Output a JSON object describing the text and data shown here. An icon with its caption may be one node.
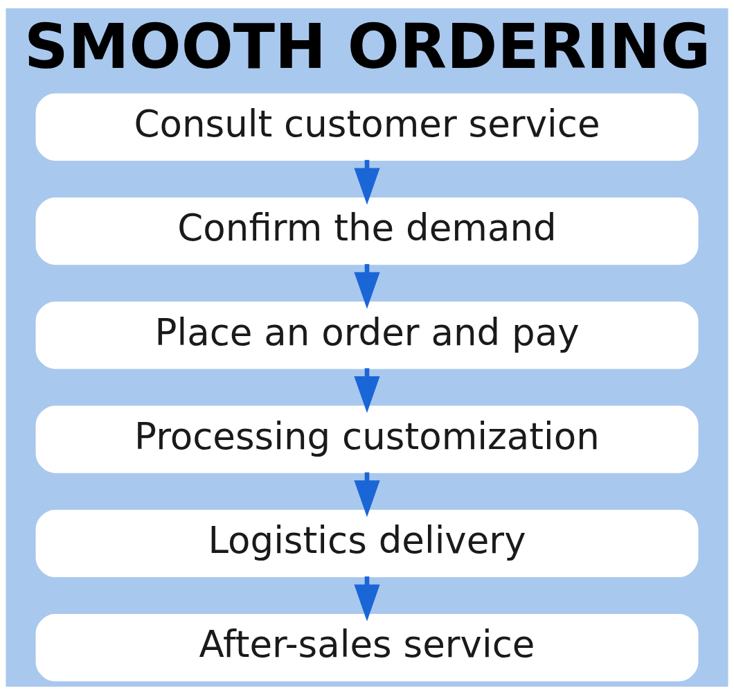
{
  "diagram": {
    "title": "SMOOTH ORDERING",
    "nodes": [
      {
        "text": [
          "Consult customer service"
        ]
      },
      {
        "text": [
          "Confirm the demand"
        ]
      },
      {
        "text": [
          "Place an order and pay"
        ]
      },
      {
        "text": [
          "Processing customization"
        ]
      },
      {
        "text": [
          "Logistics delivery"
        ]
      },
      {
        "text": [
          "After-sales service"
        ]
      }
    ],
    "edges": [
      {
        "from": 0,
        "to": 1,
        "arrow": "to"
      },
      {
        "from": 1,
        "to": 2,
        "arrow": "to"
      },
      {
        "from": 2,
        "to": 3,
        "arrow": "to"
      },
      {
        "from": 3,
        "to": 4,
        "arrow": "to"
      },
      {
        "from": 4,
        "to": 5,
        "arrow": "to"
      }
    ]
  }
}
